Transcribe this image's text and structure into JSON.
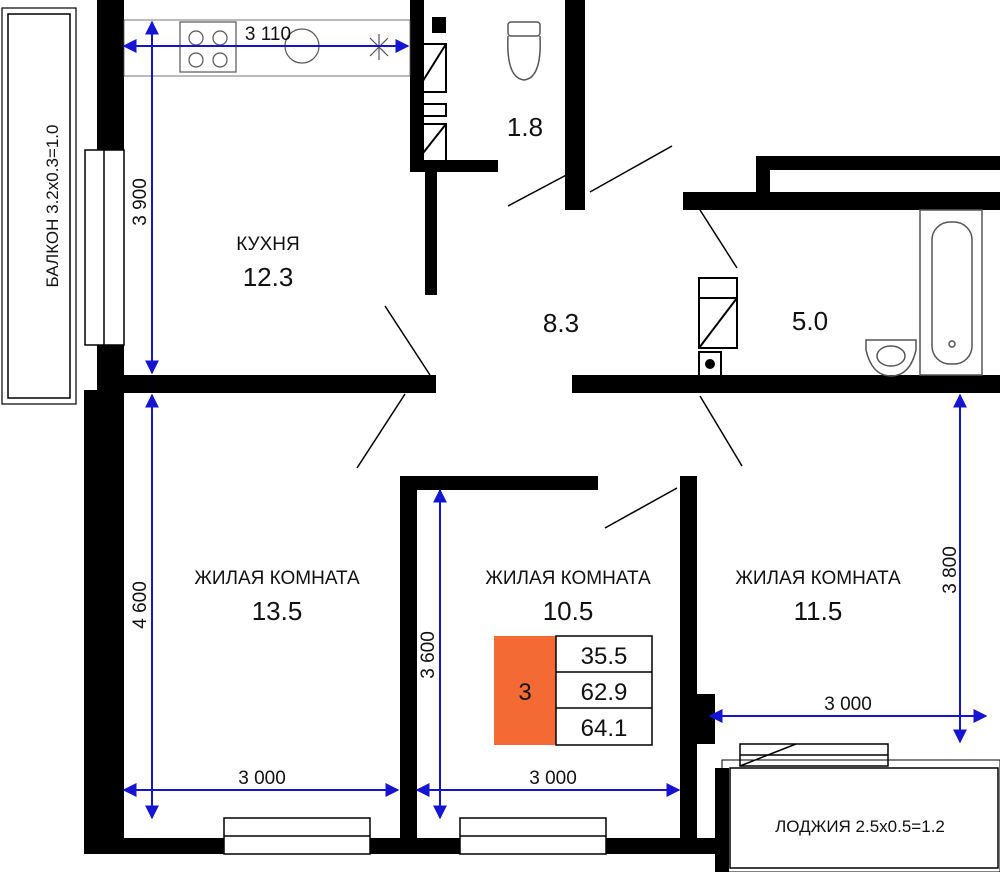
{
  "rooms": {
    "kitchen": {
      "name": "КУХНЯ",
      "area": "12.3"
    },
    "wc": {
      "area": "1.8"
    },
    "hall": {
      "area": "8.3"
    },
    "bath": {
      "area": "5.0"
    },
    "living1": {
      "name": "ЖИЛАЯ КОМНАТА",
      "area": "13.5"
    },
    "living2": {
      "name": "ЖИЛАЯ КОМНАТА",
      "area": "10.5"
    },
    "living3": {
      "name": "ЖИЛАЯ КОМНАТА",
      "area": "11.5"
    }
  },
  "dimensions": {
    "kitchen_width": "3 110",
    "kitchen_depth": "3 900",
    "living1_depth": "4 600",
    "living1_width": "3 000",
    "living2_depth": "3 600",
    "living2_width": "3 000",
    "living3_depth": "3 800",
    "living3_width": "3 000"
  },
  "balcony": {
    "label": "БАЛКОН 3.2x0.3=1.0"
  },
  "loggia": {
    "label": "ЛОДЖИЯ 2.5x0.5=1.2"
  },
  "summary": {
    "rooms_count": "3",
    "living_area": "35.5",
    "total_area": "62.9",
    "total_with_outdoor": "64.1"
  },
  "colors": {
    "wall": "#000000",
    "dimension_line": "#1414d2",
    "badge": "#f46a35"
  }
}
